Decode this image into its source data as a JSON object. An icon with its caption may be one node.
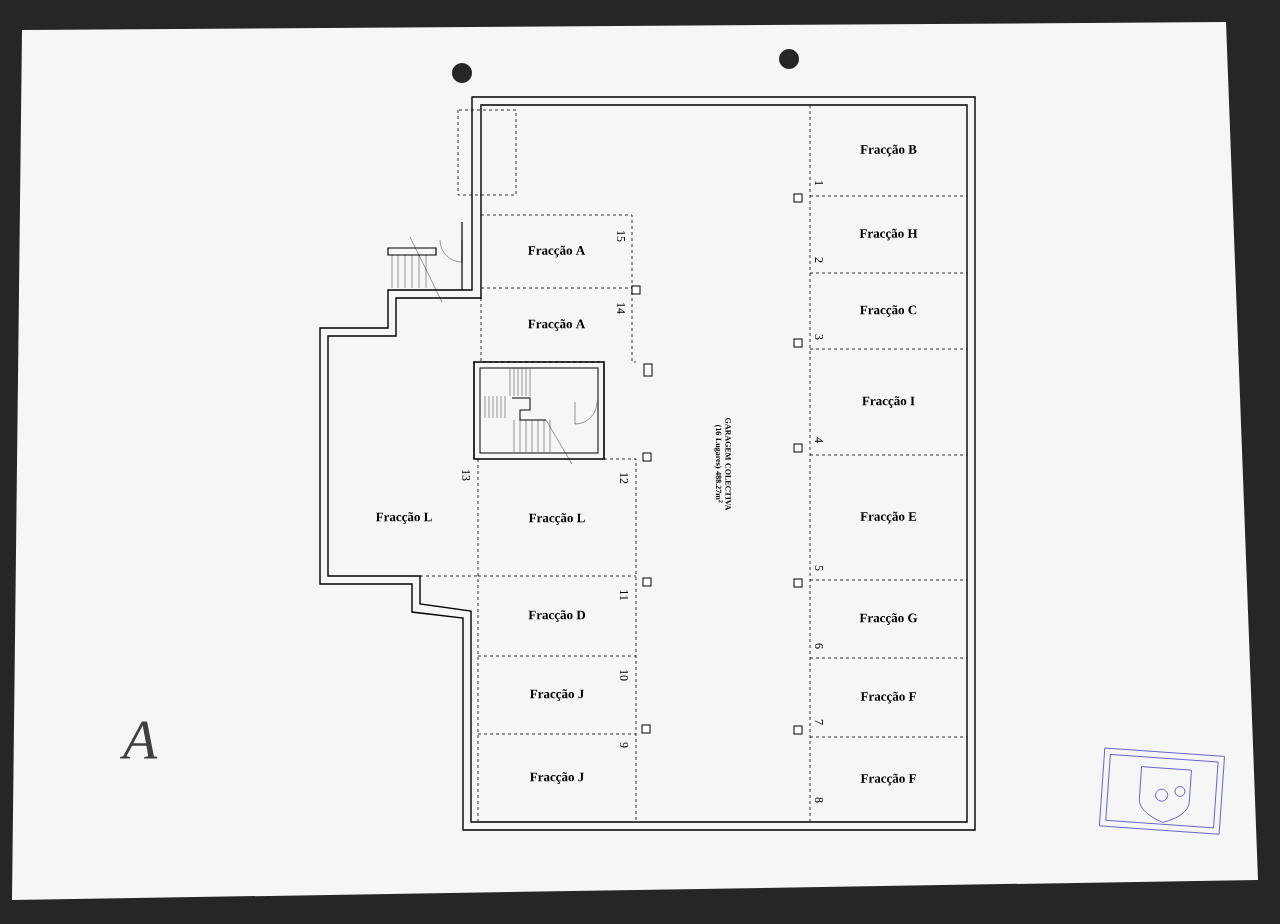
{
  "diagram": {
    "nodes": [
      {
        "text": [
          "GARAGEM COLECTIVA (16 Lugares) 488.27m$^{2}$"
        ]
      },
      {
        "text": [
          "Fracção B"
        ]
      },
      {
        "text": [
          "Fracção H"
        ]
      },
      {
        "text": [
          "Fracção C"
        ]
      },
      {
        "text": [
          "Fracção I"
        ]
      },
      {
        "text": [
          "Fracção E"
        ]
      },
      {
        "text": [
          "Fracção G"
        ]
      },
      {
        "text": [
          "Fracção F"
        ]
      },
      {
        "text": [
          "Fracção F"
        ]
      },
      {
        "text": [
          "Fracção A"
        ]
      },
      {
        "text": [
          "Fracção A"
        ]
      },
      {
        "text": [
          "Fracção L"
        ]
      },
      {
        "text": [
          "Fracção L"
        ]
      },
      {
        "text": [
          "Fracção D"
        ]
      },
      {
        "text": [
          "Fracção J"
        ]
      },
      {
        "text": [
          "Fracção J"
        ]
      }
    ],
    "labels": [
      "1",
      "2",
      "3",
      "4",
      "5",
      "6",
      "7",
      "8",
      "9",
      "10",
      "11",
      "12",
      "13",
      "14",
      "15",
      "A"
    ]
  }
}
